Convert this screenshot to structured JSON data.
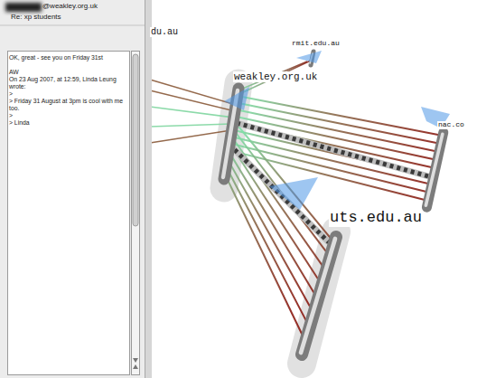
{
  "diagram": {
    "labels": [
      "@weakley.org.uk",
      "Re: xp students",
      "OK, great - see you on Friday 31st",
      "AW",
      "On 23 Aug 2007, at 12:59, Linda Leung wrote:",
      ">",
      "> Friday 31 August at 3pm is cool with me too.",
      ">",
      "> Linda",
      "du.au",
      "rmit.edu.au",
      "weakley.org.uk",
      "nac.co",
      "uts.edu.au"
    ]
  }
}
